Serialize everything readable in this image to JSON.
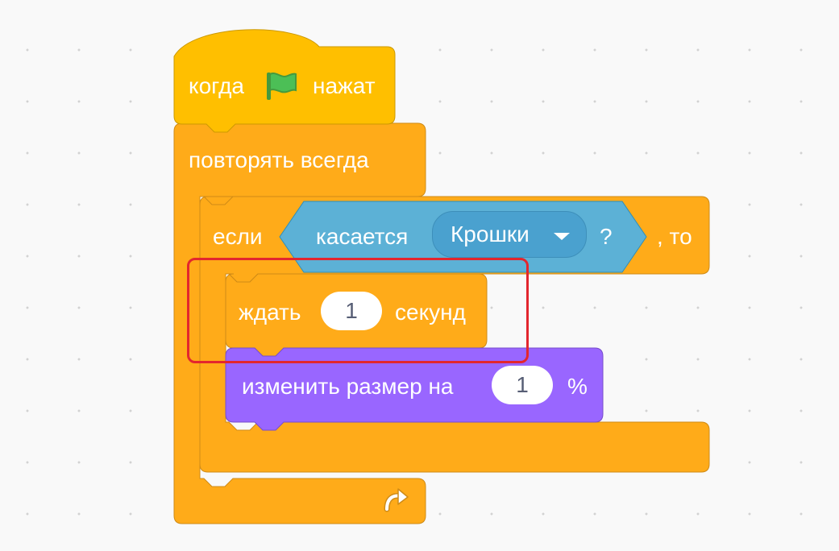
{
  "canvas": {
    "background": "#f9f9f9",
    "grid_dot_color": "#d2d2d2"
  },
  "colors": {
    "events": "#ffbf00",
    "control": "#ffab19",
    "sensing": "#5cb1d6",
    "looks": "#9966ff",
    "input_text": "#575e75",
    "highlight": "#e3262e",
    "flag": "#4cbf56"
  },
  "blocks": {
    "when_flag_clicked": {
      "prefix": "когда",
      "icon": "green-flag-icon",
      "suffix": "нажат"
    },
    "forever": {
      "label": "повторять всегда",
      "icon": "loop-arrow-icon"
    },
    "if_then": {
      "if_label": "если",
      "then_label": ", то"
    },
    "touching": {
      "label": "касается",
      "target": "Крошки",
      "question": "?"
    },
    "wait": {
      "label": "ждать",
      "value": "1",
      "unit": "секунд"
    },
    "change_size": {
      "label": "изменить размер на",
      "value": "1",
      "unit": "%"
    }
  }
}
